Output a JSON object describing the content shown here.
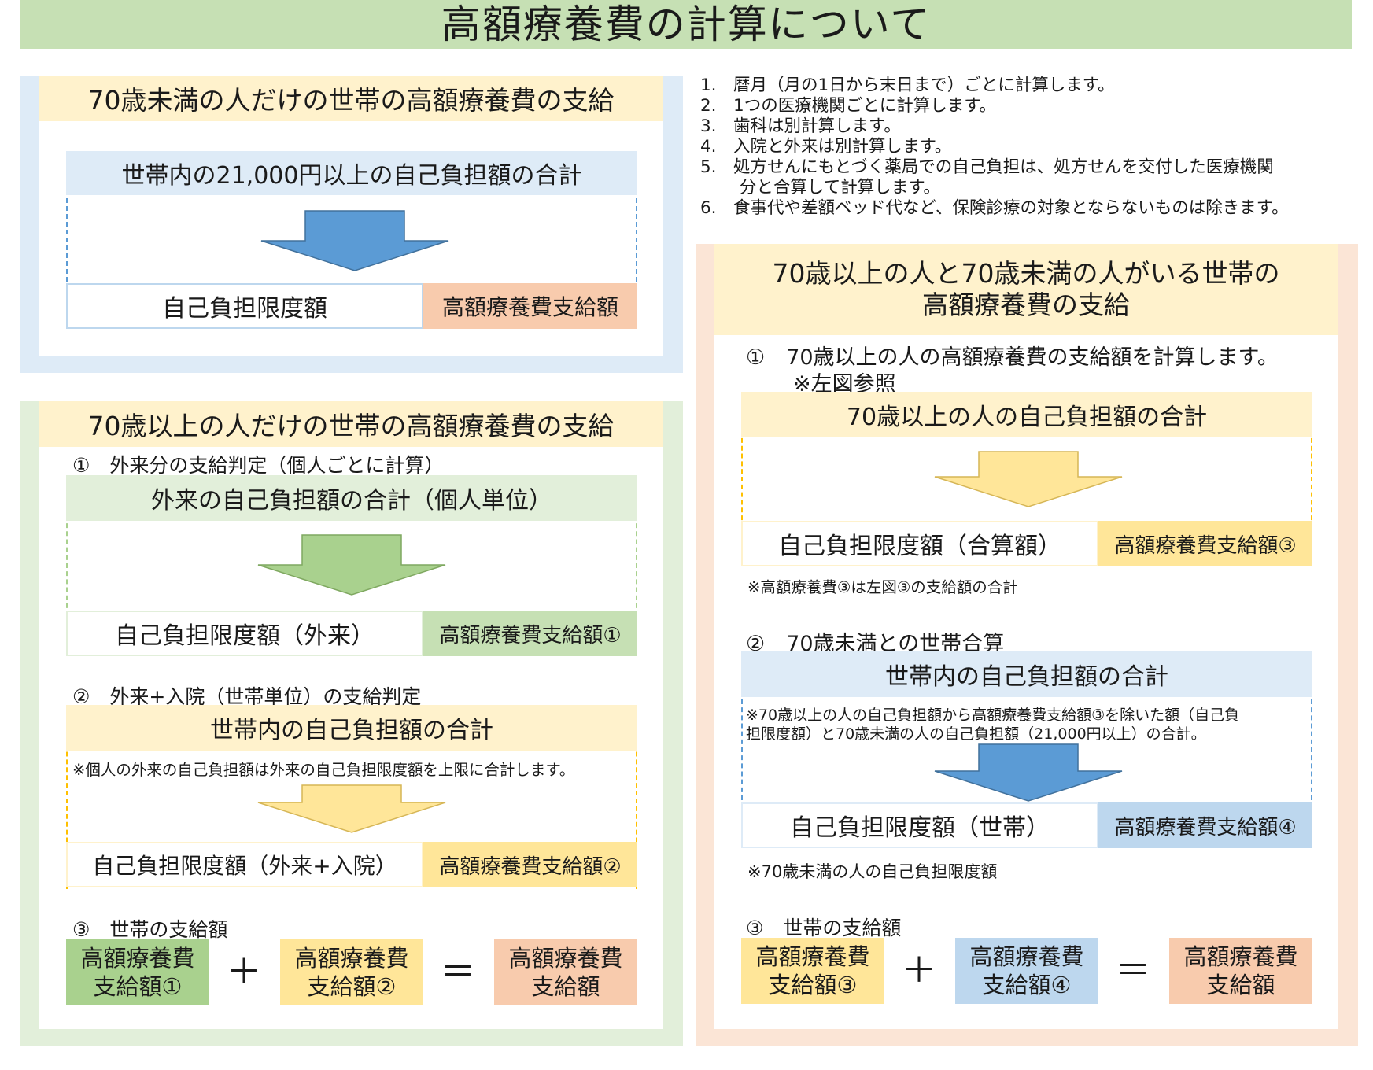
{
  "title": "高額療養費の計算について",
  "notes": [
    "1.　暦月（月の1日から末日まで）ごとに計算します。",
    "2.　1つの医療機関ごとに計算します。",
    "3.　歯科は別計算します。",
    "4.　入院と外来は別計算します。",
    "5.　処方せんにもとづく薬局での自己負担は、処方せんを交付した医療機関",
    "　　 分と合算して計算します。",
    "6.　食事代や差額ベッド代など、保険診療の対象とならないものは除きます。"
  ],
  "colors": {
    "green_light": "#e2efda",
    "green_mid": "#a9d18e",
    "blue_light": "#deebf7",
    "blue_mid": "#bdd7ee",
    "blue_arrow": "#5b9bd5",
    "yellow_light": "#fff2cc",
    "yellow_mid": "#ffe699",
    "orange": "#f8cbad",
    "peach_bg": "#fbe5d6",
    "title_green": "#c6e0b4"
  },
  "under70": {
    "header": "70歳未満の人だけの世帯の高額療養費の支給",
    "total": "世帯内の21,000円以上の自己負担額の合計",
    "limit": "自己負担限度額",
    "payout": "高額療養費支給額"
  },
  "over70": {
    "header": "70歳以上の人だけの世帯の高額療養費の支給",
    "step1_label": "①　外来分の支給判定（個人ごとに計算）",
    "step1_total": "外来の自己負担額の合計（個人単位）",
    "step1_limit": "自己負担限度額（外来）",
    "step1_payout": "高額療養費支給額①",
    "step2_label": "②　外来+入院（世帯単位）の支給判定",
    "step2_total": "世帯内の自己負担額の合計",
    "step2_note": "※個人の外来の自己負担額は外来の自己負担限度額を上限に合計します。",
    "step2_limit": "自己負担限度額（外来+入院）",
    "step2_payout": "高額療養費支給額②",
    "step3_label": "③　世帯の支給額",
    "eq_a1": "高額療養費",
    "eq_a2": "支給額①",
    "eq_b1": "高額療養費",
    "eq_b2": "支給額②",
    "eq_c1": "高額療養費",
    "eq_c2": "支給額",
    "plus": "＋",
    "equals": "＝"
  },
  "mixed": {
    "header1": "70歳以上の人と70歳未満の人がいる世帯の",
    "header2": "高額療養費の支給",
    "step1_label": "①　70歳以上の人の高額療養費の支給額を計算します。",
    "step1_sub": "※左図参照",
    "step1_total": "70歳以上の人の自己負担額の合計",
    "step1_limit": "自己負担限度額（合算額）",
    "step1_payout": "高額療養費支給額③",
    "step1_note": "※高額療養費③は左図③の支給額の合計",
    "step2_label": "②　70歳未満との世帯合算",
    "step2_total": "世帯内の自己負担額の合計",
    "step2_note1": "※70歳以上の人の自己負担額から高額療養費支給額③を除いた額（自己負",
    "step2_note2": "担限度額）と70歳未満の人の自己負担額（21,000円以上）の合計。",
    "step2_limit": "自己負担限度額（世帯）",
    "step2_payout": "高額療養費支給額④",
    "step2_note3": "※70歳未満の人の自己負担限度額",
    "step3_label": "③　世帯の支給額",
    "eq_a1": "高額療養費",
    "eq_a2": "支給額③",
    "eq_b1": "高額療養費",
    "eq_b2": "支給額④",
    "eq_c1": "高額療養費",
    "eq_c2": "支給額",
    "plus": "＋",
    "equals": "＝"
  }
}
